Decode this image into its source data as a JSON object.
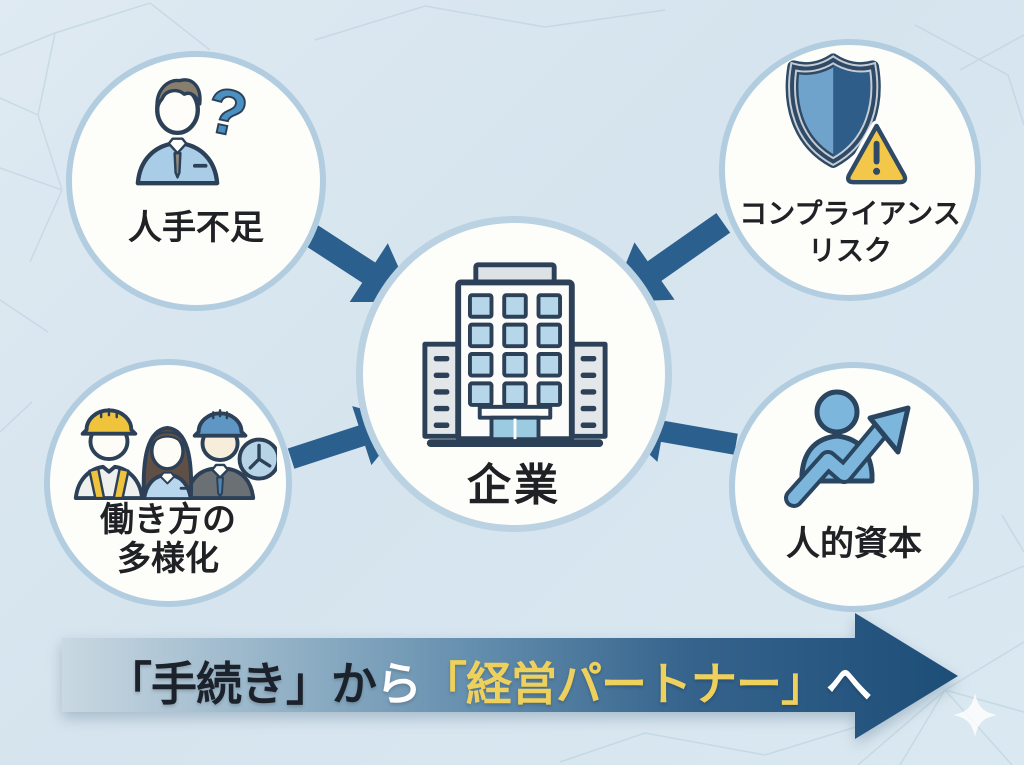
{
  "diagram": {
    "center": {
      "label": "企業",
      "icon": "company-building-icon"
    },
    "factors": [
      {
        "id": "top-left",
        "label_lines": [
          "人手不足"
        ],
        "icon": "businessman-question-icon"
      },
      {
        "id": "top-right",
        "label_lines": [
          "コンプライアンス",
          "リスク"
        ],
        "icon": "shield-warning-icon"
      },
      {
        "id": "bottom-left",
        "label_lines": [
          "働き方の",
          "多様化"
        ],
        "icon": "diverse-workers-icon"
      },
      {
        "id": "bottom-right",
        "label_lines": [
          "人的資本"
        ],
        "icon": "human-capital-growth-icon"
      }
    ],
    "arrow_icons": [
      "arrow-top-left-icon",
      "arrow-top-right-icon",
      "arrow-bottom-left-icon",
      "arrow-bottom-right-icon"
    ]
  },
  "banner": {
    "segments": [
      {
        "text": "「手続き」か",
        "color": "#1b222c"
      },
      {
        "text": "ら",
        "color": "#ffffff"
      },
      {
        "text": "「経営パートナー」",
        "color": "#eed05c"
      },
      {
        "text": "へ",
        "color": "#ffffff"
      }
    ]
  },
  "colors": {
    "background": "#d7e5ee",
    "circle_fill": "#fdfdfa",
    "circle_border": "#b2cde0",
    "arrow": "#2b5f8e",
    "banner_gradient_start": "#c9d8e2",
    "banner_gradient_end": "#1d4e78",
    "banner_text_yellow": "#eed05c",
    "label_text": "#202125",
    "warning_yellow": "#f3c84a",
    "icon_blue": "#7cb6dc",
    "icon_outline": "#2c4058"
  }
}
